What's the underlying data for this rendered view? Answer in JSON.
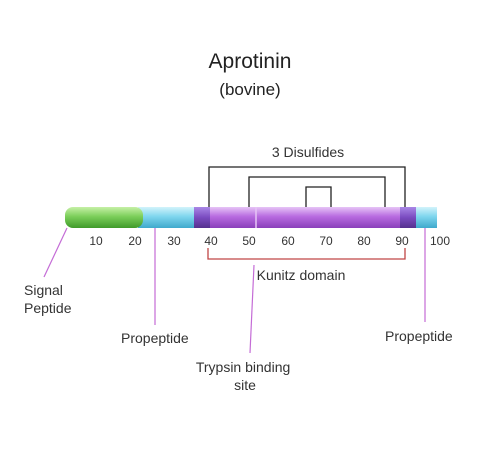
{
  "title": "Aprotinin",
  "subtitle": "(bovine)",
  "disulfides_label": "3 Disulfides",
  "kunitz_label": "Kunitz domain",
  "callouts": {
    "signal": [
      "Signal",
      "Peptide"
    ],
    "propeptide_left": "Propeptide",
    "propeptide_right": "Propeptide",
    "trypsin": [
      "Trypsin binding",
      "site"
    ]
  },
  "axis": {
    "ticks": [
      "10",
      "20",
      "30",
      "40",
      "50",
      "60",
      "70",
      "80",
      "90",
      "100"
    ]
  },
  "colors": {
    "signal": "#7ccf5a",
    "propeptide": "#7fd6ee",
    "domain": "#b86be0",
    "domain_edge": "#7a4bc0",
    "kunitz_bracket": "#c04646",
    "callout_line": "#c46cd6",
    "bridge_line": "#222222"
  }
}
